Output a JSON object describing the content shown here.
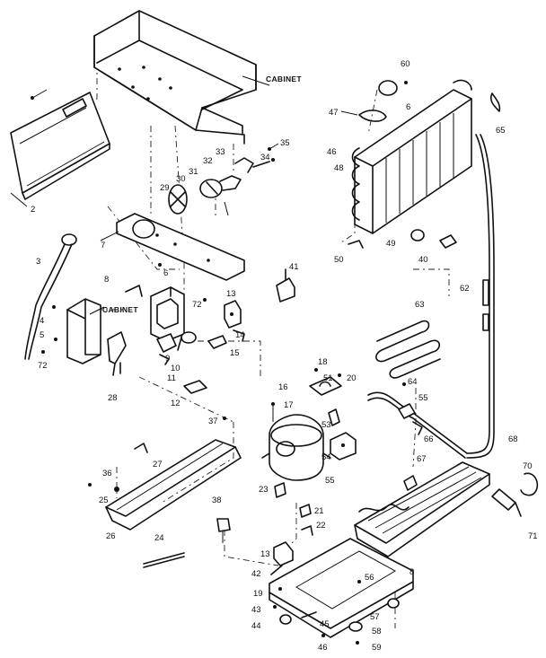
{
  "titles": {
    "cabinet_top": "CABINET",
    "cabinet_mid": "CABINET"
  },
  "labels": {
    "l2": "2",
    "l3": "3",
    "l4": "4",
    "l5": "5",
    "l6": "6",
    "l7": "7",
    "l8": "8",
    "l9": "9",
    "l10": "10",
    "l11": "11",
    "l12": "12",
    "l13a": "13",
    "l13b": "13",
    "l14": "14",
    "l15": "15",
    "l16": "16",
    "l17": "17",
    "l18": "18",
    "l19": "19",
    "l20": "20",
    "l21": "21",
    "l22": "22",
    "l23": "23",
    "l24": "24",
    "l25": "25",
    "l26": "26",
    "l27": "27",
    "l28": "28",
    "l29": "29",
    "l30": "30",
    "l31": "31",
    "l32": "32",
    "l33": "33",
    "l34": "34",
    "l35": "35",
    "l36": "36",
    "l37": "37",
    "l38": "38",
    "l40": "40",
    "l41": "41",
    "l42": "42",
    "l43": "43",
    "l44": "44",
    "l45": "45",
    "l46a": "46",
    "l46b": "46",
    "l47": "47",
    "l48": "48",
    "l49": "49",
    "l50": "50",
    "l51": "51",
    "l53": "53",
    "l54": "54",
    "l55a": "55",
    "l55b": "55",
    "l56": "56",
    "l57": "57",
    "l58": "58",
    "l59": "59",
    "l60": "60",
    "l62": "62",
    "l63": "63",
    "l64": "64",
    "l65": "65",
    "l66": "66",
    "l67": "67",
    "l68": "68",
    "l70": "70",
    "l71": "71",
    "l72a": "72",
    "l72b": "72",
    "l6b": "6",
    "l8b": "8"
  }
}
